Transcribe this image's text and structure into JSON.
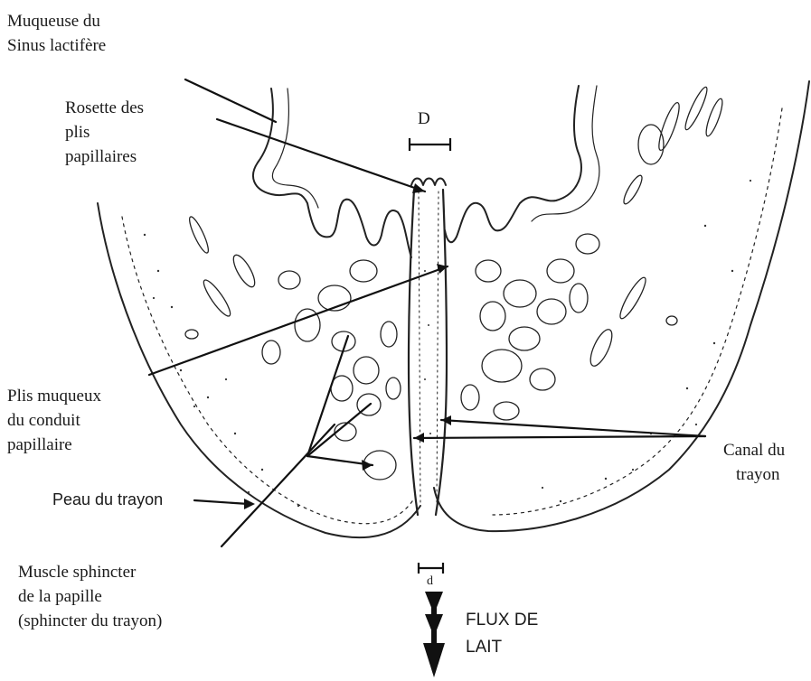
{
  "labels": {
    "muqueuse_sinus": [
      "Muqueuse du",
      "Sinus lactifère"
    ],
    "rosette": [
      "Rosette des",
      "plis",
      "papillaires"
    ],
    "d_upper": "D",
    "plis_muqueux": [
      "Plis muqueux",
      "du conduit",
      "papillaire"
    ],
    "peau_trayon": "Peau du trayon",
    "canal_trayon": [
      "Canal du",
      "trayon"
    ],
    "muscle_sphincter": [
      "Muscle sphincter",
      "de la papille",
      "(sphincter du trayon)"
    ],
    "d_lower": "d",
    "flux_lait": [
      "FLUX DE",
      "LAIT"
    ]
  },
  "colors": {
    "ink": "#1a1a1a",
    "background": "#ffffff"
  }
}
